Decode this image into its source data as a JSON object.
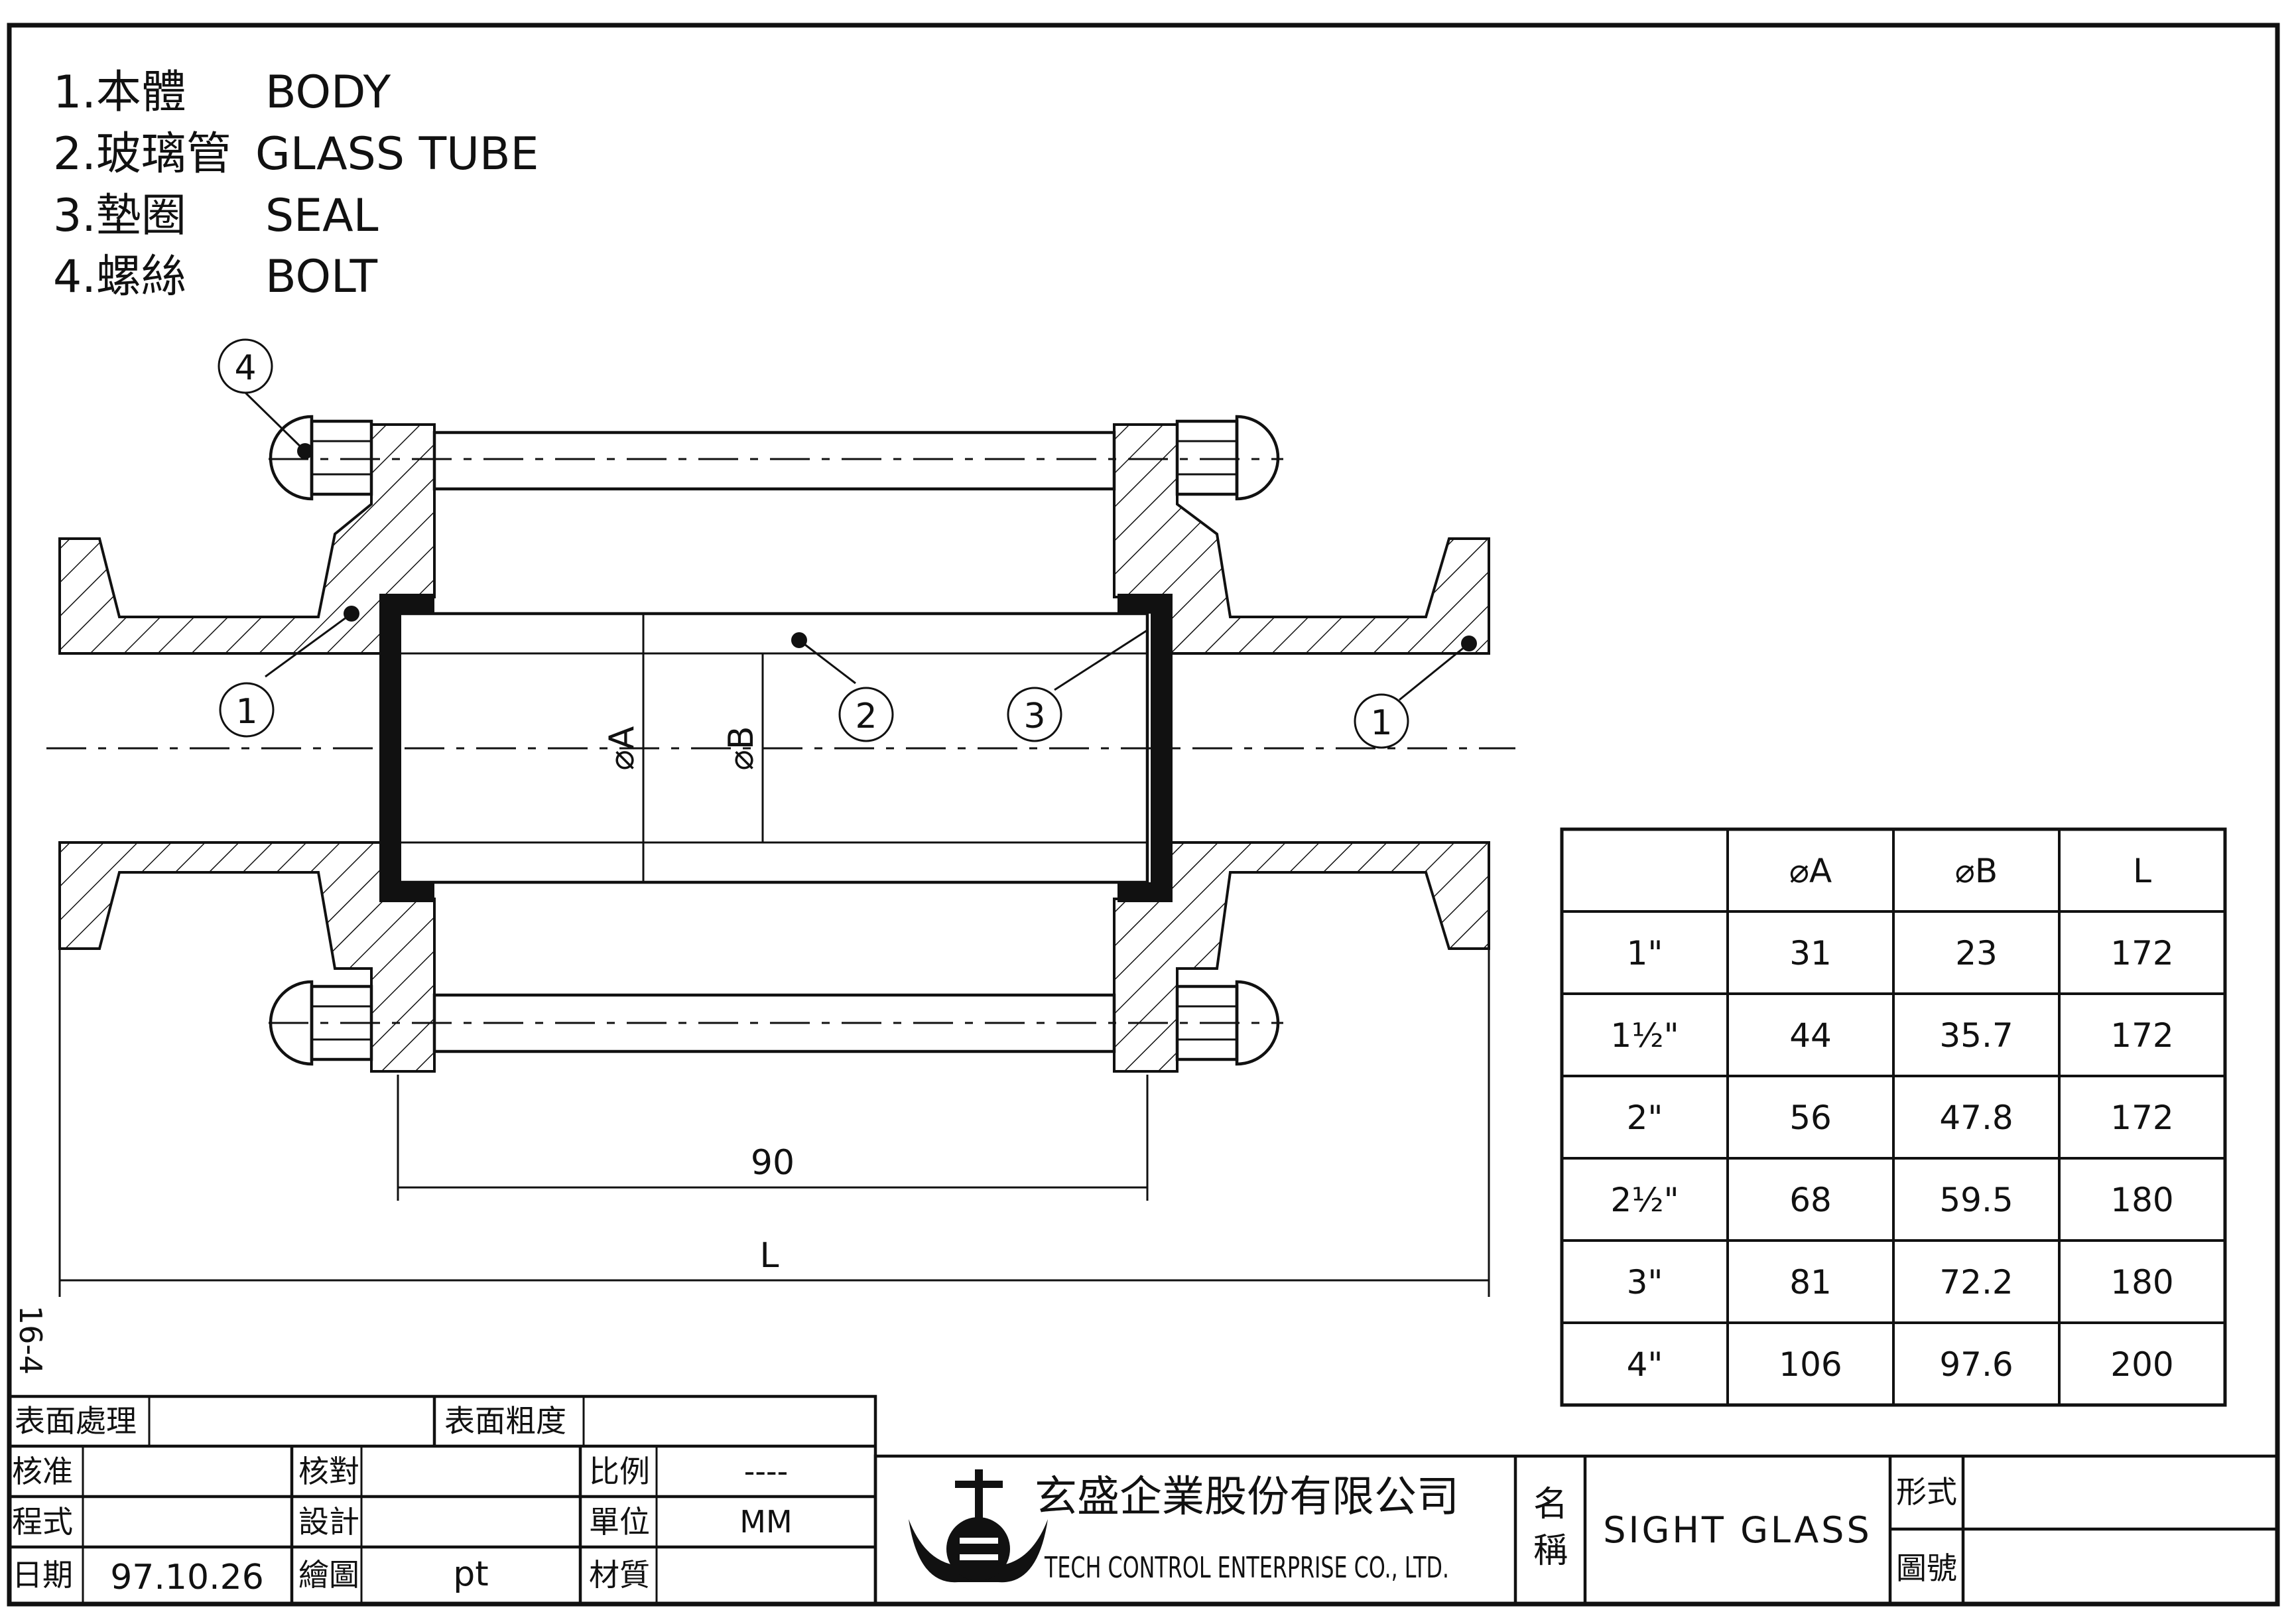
{
  "parts_list": [
    {
      "no": "1.",
      "cn": "本體",
      "en": "BODY"
    },
    {
      "no": "2.",
      "cn": "玻璃管",
      "en": "GLASS TUBE"
    },
    {
      "no": "3.",
      "cn": "墊圈",
      "en": "SEAL"
    },
    {
      "no": "4.",
      "cn": "螺絲",
      "en": "BOLT"
    }
  ],
  "balloons": {
    "body": "1",
    "glass_tube": "2",
    "seal": "3",
    "bolt": "4"
  },
  "dimensions": {
    "inner": "90",
    "overall": "L",
    "dia_a": "⌀A",
    "dia_b": "⌀B"
  },
  "sheet_code": "16-4",
  "size_table": {
    "headers": [
      "",
      "⌀A",
      "⌀B",
      "L"
    ],
    "rows": [
      [
        "1\"",
        "31",
        "23",
        "172"
      ],
      [
        "1½\"",
        "44",
        "35.7",
        "172"
      ],
      [
        "2\"",
        "56",
        "47.8",
        "172"
      ],
      [
        "2½\"",
        "68",
        "59.5",
        "180"
      ],
      [
        "3\"",
        "81",
        "72.2",
        "180"
      ],
      [
        "4\"",
        "106",
        "97.6",
        "200"
      ]
    ]
  },
  "title_block": {
    "surface_treatment": "表面處理",
    "surface_roughness": "表面粗度",
    "approved": "核准",
    "checked": "核對",
    "scale_label": "比例",
    "scale_value": "----",
    "program": "程式",
    "design": "設計",
    "unit_label": "單位",
    "unit_value": "MM",
    "date_label": "日期",
    "date_value": "97.10.26",
    "drawn_label": "繪圖",
    "drawn_value": "pt",
    "material_label": "材質",
    "company_cn": "玄盛企業股份有限公司",
    "company_en": "TECH CONTROL ENTERPRISE CO., LTD.",
    "name_label_1": "名",
    "name_label_2": "稱",
    "part_name": "SIGHT GLASS",
    "type_label": "形式",
    "drawing_no_label": "圖號"
  }
}
